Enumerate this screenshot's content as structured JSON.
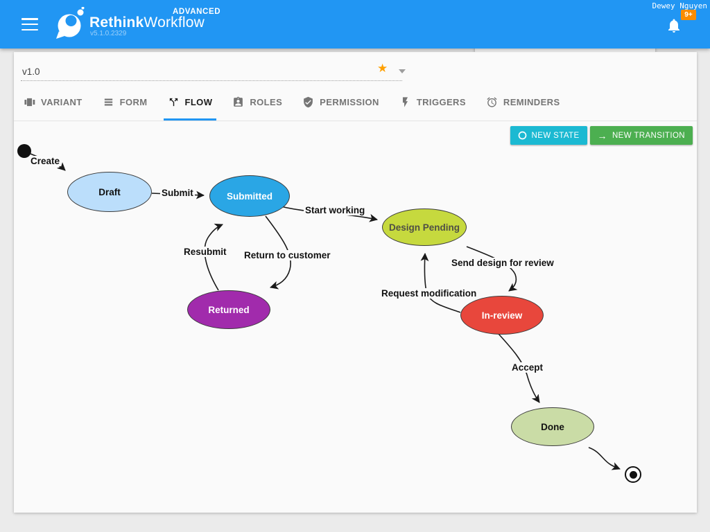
{
  "colors": {
    "header_bg": "#2196F3",
    "page_bg": "#EBEBEB",
    "badge_bg": "#FB8C00",
    "star": "#FFA000",
    "new_state_bg": "#1BB9D2",
    "new_transition_bg": "#4CAF50",
    "active_tab_underline": "#2196F3",
    "edge_stroke": "#1A1A1A"
  },
  "header": {
    "brand_bold": "Rethink",
    "brand_light": "Workflow",
    "edition": "ADVANCED",
    "build_version": "v5.1.0.2329",
    "user_name": "Dewey Nguyen",
    "notification_badge": "9+"
  },
  "version_selector": {
    "value": "v1.0"
  },
  "tabs": [
    {
      "label": "VARIANT"
    },
    {
      "label": "FORM"
    },
    {
      "label": "FLOW",
      "active": true
    },
    {
      "label": "ROLES"
    },
    {
      "label": "PERMISSION"
    },
    {
      "label": "TRIGGERS"
    },
    {
      "label": "REMINDERS"
    }
  ],
  "toolbar": {
    "new_state_label": "NEW STATE",
    "new_transition_label": "NEW TRANSITION"
  },
  "flow": {
    "states": [
      {
        "label": "Draft",
        "fill": "#BBDEFB",
        "text": "#111111"
      },
      {
        "label": "Submitted",
        "fill": "#2AA6E5",
        "text": "#FFFFFF"
      },
      {
        "label": "Design Pending",
        "fill": "#C6D93E",
        "text": "#4F4F45"
      },
      {
        "label": "Returned",
        "fill": "#A12BAC",
        "text": "#FFFFFF"
      },
      {
        "label": "In-review",
        "fill": "#E8473C",
        "text": "#FFFFFF"
      },
      {
        "label": "Done",
        "fill": "#CADCA6",
        "text": "#111111"
      }
    ],
    "transitions": [
      {
        "label": "Create"
      },
      {
        "label": "Submit"
      },
      {
        "label": "Start working"
      },
      {
        "label": "Resubmit"
      },
      {
        "label": "Return to customer"
      },
      {
        "label": "Send design for review"
      },
      {
        "label": "Request modification"
      },
      {
        "label": "Accept"
      }
    ]
  }
}
